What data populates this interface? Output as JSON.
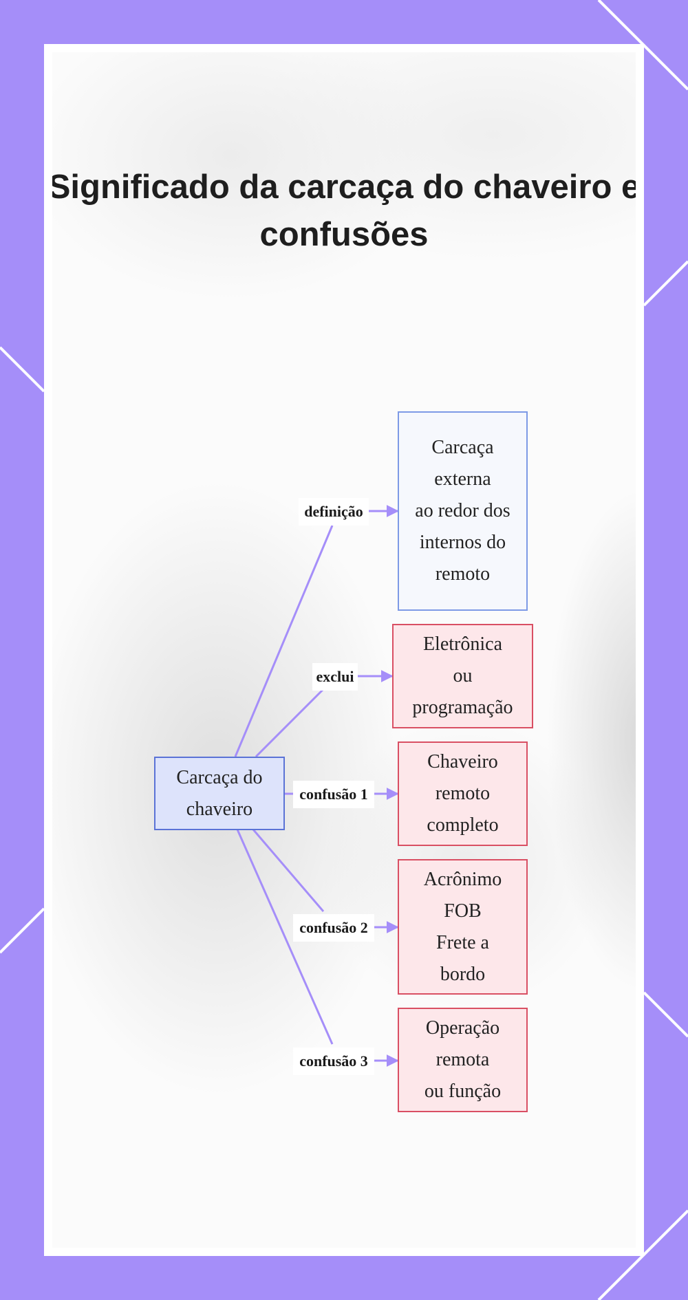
{
  "title": {
    "line1": "Significado da carcaça do chaveiro e",
    "line2": "confusões"
  },
  "diagram": {
    "center": "Carcaça do\nchaveiro",
    "branches": [
      {
        "label": "definição",
        "text": "Carcaça\nexterna\nao redor dos\ninternos do\nremoto",
        "kind": "definition"
      },
      {
        "label": "exclui",
        "text": "Eletrônica\nou\nprogramação",
        "kind": "exclusion"
      },
      {
        "label": "confusão 1",
        "text": "Chaveiro\nremoto\ncompleto",
        "kind": "confusion"
      },
      {
        "label": "confusão 2",
        "text": "Acrônimo\nFOB\nFrete a\nbordo",
        "kind": "confusion"
      },
      {
        "label": "confusão 3",
        "text": "Operação\nremota\nou função",
        "kind": "confusion"
      }
    ]
  },
  "colors": {
    "frame": "#a58ef9",
    "edge": "#a58ef9",
    "center_fill": "#dde3fb",
    "center_border": "#5a72d6",
    "definition_border": "#7d9ae6",
    "confusion_fill": "#fde7ea",
    "confusion_border": "#d94f63"
  }
}
